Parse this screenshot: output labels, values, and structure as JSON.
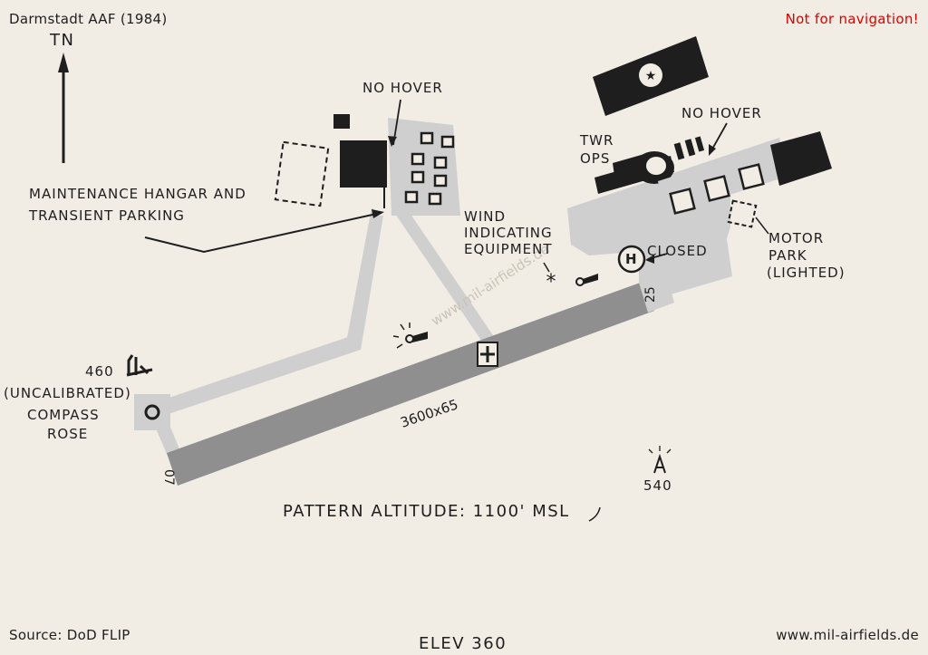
{
  "header": {
    "title": "Darmstadt AAF (1984)",
    "warning": "Not for navigation!",
    "warning_color": "#e00000"
  },
  "footer": {
    "source": "Source: DoD FLIP",
    "website": "www.mil-airfields.de",
    "elevation": "ELEV 360"
  },
  "watermark": "www.mil-airfields.de",
  "labels": {
    "north": "TN",
    "no_hover_west": "NO HOVER",
    "no_hover_east": "NO HOVER",
    "maintenance_line1": "MAINTENANCE HANGAR AND",
    "maintenance_line2": "TRANSIENT PARKING",
    "wind_line1": "WIND",
    "wind_line2": "INDICATING",
    "wind_line3": "EQUIPMENT",
    "twr": "TWR",
    "ops": "OPS",
    "helipad_letter": "H",
    "closed": "CLOSED",
    "motor_line1": "MOTOR",
    "motor_line2": "PARK",
    "motor_line3": "(LIGHTED)",
    "elev_460": "460",
    "compass_line1": "(UNCALIBRATED)",
    "compass_line2": "COMPASS",
    "compass_line3": "ROSE",
    "runway_dims": "3600x65",
    "runway_end_west": "07",
    "runway_end_east": "25",
    "elev_540": "540",
    "pattern_altitude": "PATTERN ALTITUDE: 1100' MSL"
  },
  "colors": {
    "paper": "#f1ede4",
    "runway": "#8f8f8f",
    "taxiway": "#cfcfcf",
    "building": "#1e1e1e"
  }
}
